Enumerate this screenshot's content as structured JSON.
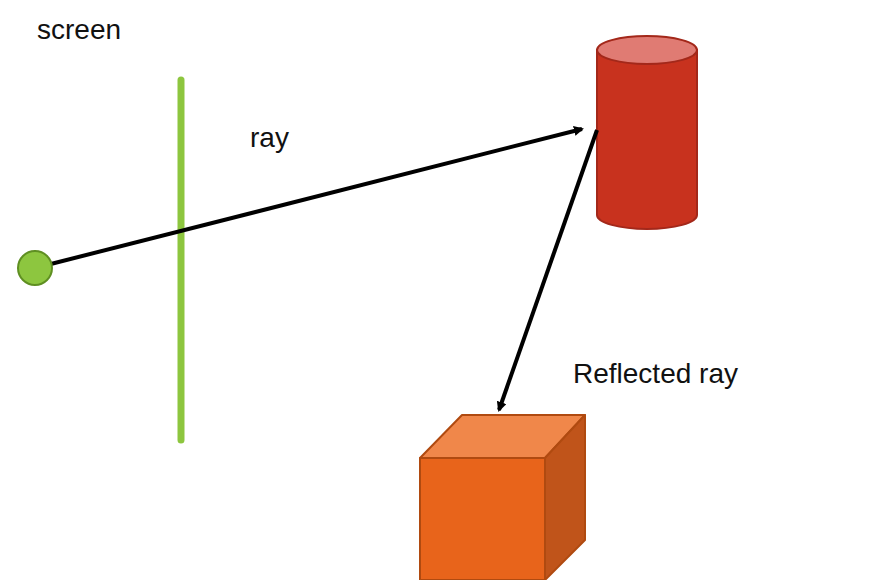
{
  "diagram": {
    "labels": [
      "screen",
      "ray",
      "Reflected ray"
    ]
  }
}
